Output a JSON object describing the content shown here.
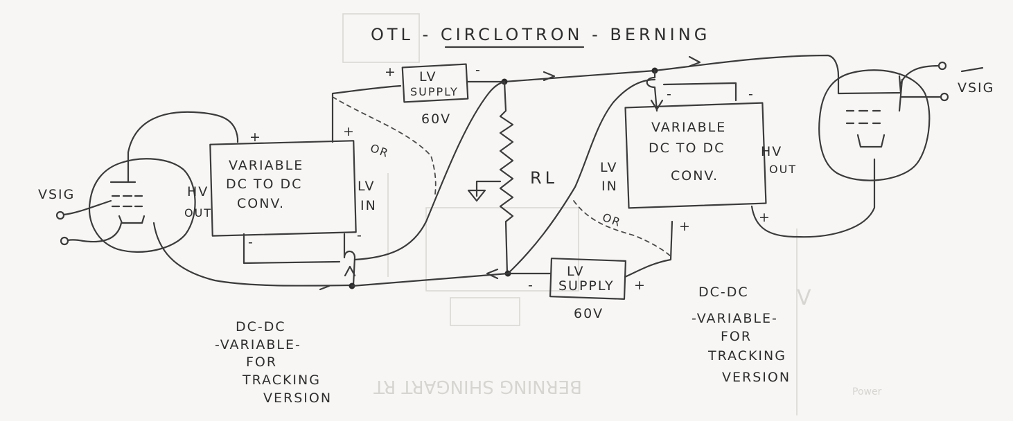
{
  "title": "OTL - CIRCLOTRON - BERNING",
  "tube_left": {
    "input_label": "VSIG"
  },
  "tube_right": {
    "input_label": "VSIG"
  },
  "converter_left": {
    "line1": "VARIABLE",
    "line2": "DC TO DC",
    "line3": "CONV.",
    "hv_out_line1": "HV",
    "hv_out_line2": "OUT",
    "lv_in_line1": "LV",
    "lv_in_line2": "IN",
    "plus": "+",
    "minus": "-"
  },
  "converter_right": {
    "line1": "VARIABLE",
    "line2": "DC TO DC",
    "line3": "CONV.",
    "hv_out_line1": "HV",
    "hv_out_line2": "OUT",
    "lv_in_line1": "LV",
    "lv_in_line2": "IN",
    "plus": "+",
    "minus": "-"
  },
  "supply_top": {
    "line1": "LV",
    "line2": "SUPPLY",
    "voltage": "60V",
    "plus": "+",
    "minus": "-"
  },
  "supply_bottom": {
    "line1": "LV",
    "line2": "SUPPLY",
    "voltage": "60V",
    "plus": "+",
    "minus": "-"
  },
  "load": {
    "label": "RL"
  },
  "or_labels": [
    "OR",
    "OR"
  ],
  "note_left": [
    "DC-DC",
    "-VARIABLE-",
    "FOR",
    "TRACKING",
    "VERSION"
  ],
  "note_right": [
    "DC-DC",
    "-VARIABLE-",
    "FOR",
    "TRACKING",
    "VERSION"
  ],
  "colors": {
    "paper": "#f7f6f4",
    "ink": "#3b3b3b"
  }
}
